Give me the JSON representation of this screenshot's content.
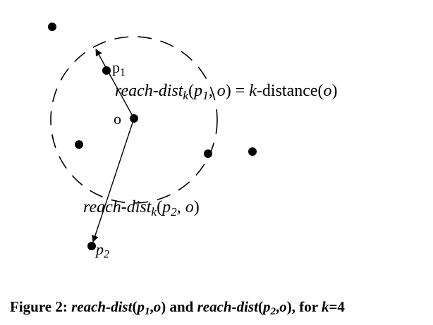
{
  "diagram": {
    "labels": {
      "p1": "p",
      "p1_index": "1",
      "o": "o",
      "p2": "p",
      "p2_index": "2"
    },
    "equation_1": {
      "fn": "reach-dist",
      "fn_index": "k",
      "open": "(",
      "arg_p": "p",
      "arg_p_index": "1",
      "sep": ", ",
      "arg_o": "o",
      "close": ") = ",
      "rhs_k": "k",
      "rhs_text": "-distance(",
      "rhs_o": "o",
      "rhs_close": ")"
    },
    "equation_2": {
      "fn": "reach-dist",
      "fn_index": "k",
      "open": "(",
      "arg_p": "p",
      "arg_p_index": "2",
      "sep": ", ",
      "arg_o": "o",
      "close": ")"
    }
  },
  "caption": {
    "prefix": "Figure 2:  ",
    "fn1": "reach-dist",
    "open1": "(",
    "p1": "p",
    "p1_index": "1",
    "sep1": ",",
    "o1": "o",
    "close1": ")",
    "and": " and ",
    "fn2": "reach-dist",
    "open2": "(",
    "p2": "p",
    "p2_index": "2",
    "sep2": ",",
    "o2": "o",
    "close2": "), for ",
    "k": "k",
    "equals": "=4"
  }
}
